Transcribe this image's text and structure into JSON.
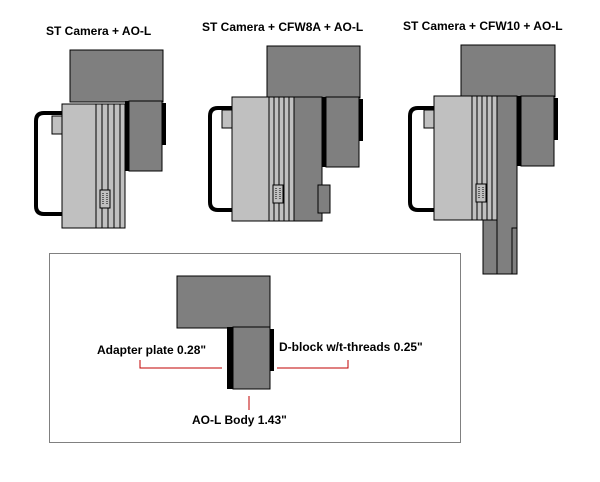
{
  "configs": [
    {
      "title": "ST Camera + AO-L"
    },
    {
      "title": "ST Camera + CFW8A + AO-L"
    },
    {
      "title": "ST Camera + CFW10 + AO-L"
    }
  ],
  "detail": {
    "adapter_plate": "Adapter plate 0.28\"",
    "d_block": "D-block w/t-threads 0.25\"",
    "aol_body": "AO-L Body 1.43\""
  },
  "colors": {
    "dark_gray": "#7f7f7f",
    "light_gray": "#c0c0c0",
    "black": "#000000",
    "leader": "#c00000",
    "frame": "#808080"
  }
}
